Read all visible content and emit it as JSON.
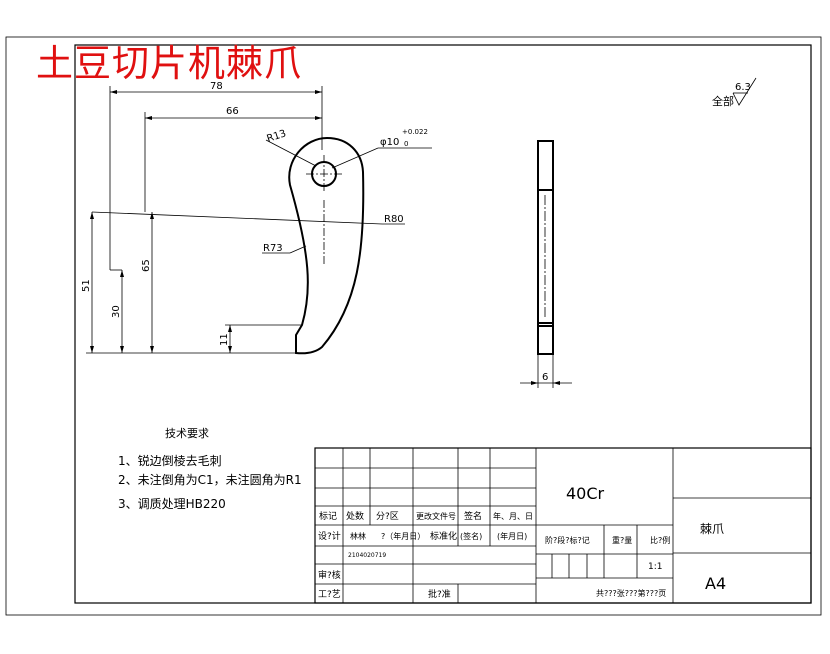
{
  "title": "土豆切片机棘爪",
  "colors": {
    "title": "#e01010",
    "line": "#000000"
  },
  "roughness": {
    "prefix": "全部",
    "value": "6.3"
  },
  "dimensions": {
    "overall_width": "78",
    "bore_offset": "66",
    "hole_dia": "φ10",
    "hole_tol_upper": "+0.022",
    "hole_tol_lower": "0",
    "r_head": "R13",
    "r_outer": "R80",
    "r_inner": "R73",
    "h51": "51",
    "h65": "65",
    "h30": "30",
    "h11": "11",
    "thickness": "6"
  },
  "tech": {
    "heading": "技术要求",
    "items": [
      "1、锐边倒棱去毛刺",
      "2、未注倒角为C1，未注圆角为R1",
      "3、调质处理HB220"
    ]
  },
  "titleblock": {
    "material": "40Cr",
    "part_name": "棘爪",
    "sheet_size": "A4",
    "row_labels": [
      "标记",
      "处数",
      "分?区",
      "更改文件号",
      "签名",
      "年、月、日"
    ],
    "design": "设?计",
    "designer": "林林",
    "date_label": "?（年月日）",
    "standard": "标准化",
    "sign": "(签名)",
    "date2": "(年月日)",
    "drawing_no": "2104020719",
    "check": "审?核",
    "process": "工?艺",
    "approve": "批?准",
    "stage": "阶?段?标?记",
    "weight": "重?量",
    "scale_label": "比?例",
    "scale": "1:1",
    "sheets": "共???张???第???页"
  }
}
